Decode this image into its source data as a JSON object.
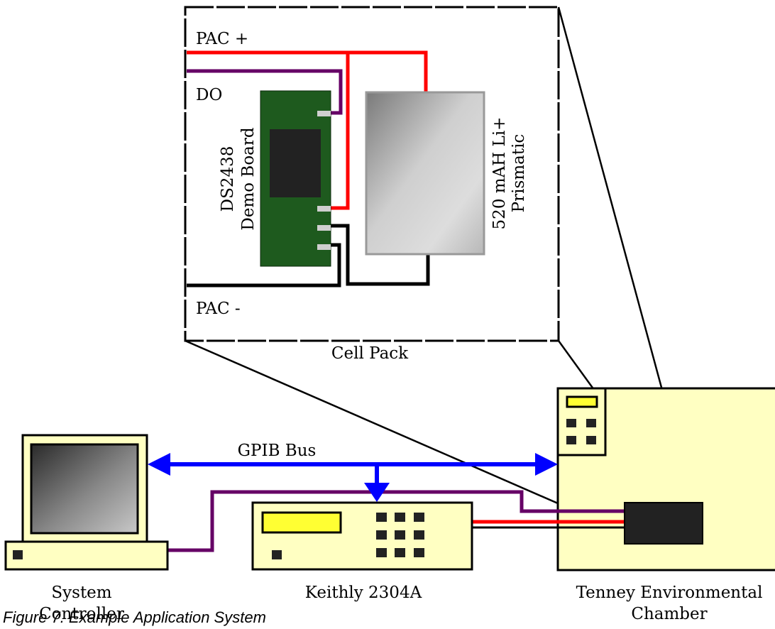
{
  "cell_pack": {
    "title": "Cell Pack",
    "pac_plus_label": "PAC +",
    "do_label": "DO",
    "pac_minus_label": "PAC -",
    "board_label_line1": "DS2438",
    "board_label_line2": "Demo Board",
    "cell_label_line1": "520 mAH Li+",
    "cell_label_line2": "Prismatic"
  },
  "bus_label": "GPIB Bus",
  "devices": {
    "controller": {
      "line1": "System",
      "line2": "Controller"
    },
    "source": {
      "line1": "Keithly 2304A"
    },
    "chamber": {
      "line1": "Tenney Environmental",
      "line2": "Chamber"
    }
  },
  "caption": "Figure 7. Example Application System",
  "colors": {
    "positive_wire": "#ff0000",
    "data_wire": "#660066",
    "negative_wire": "#000000",
    "gpib_bus": "#0000ff",
    "board": "#1e5a1e",
    "display": "#ffff33",
    "instrument_body": "#ffffc2"
  }
}
